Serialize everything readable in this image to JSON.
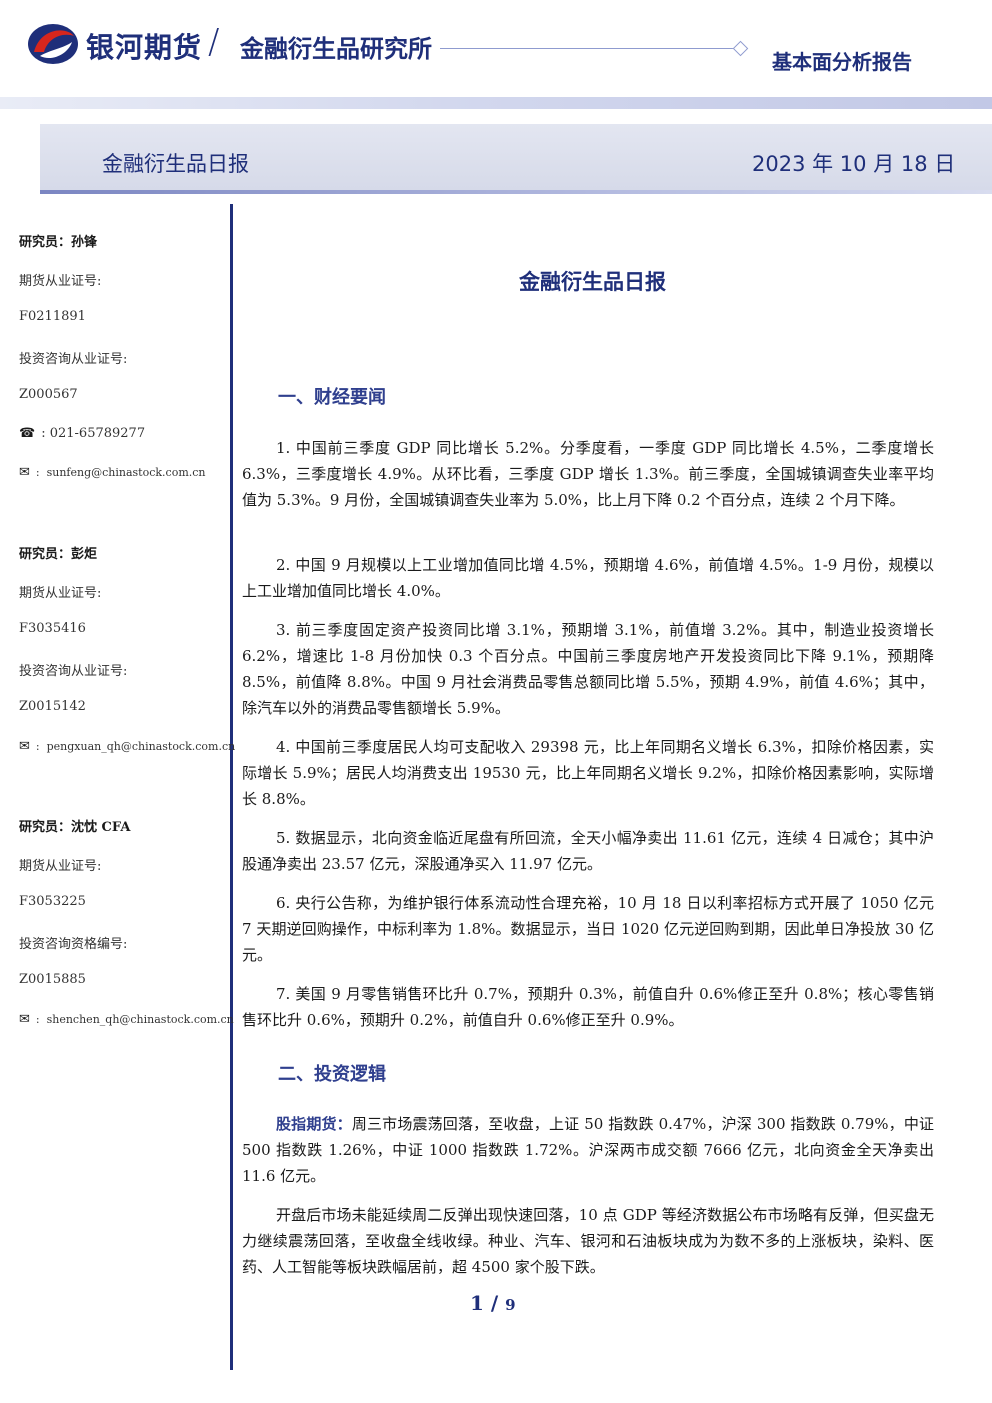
{
  "header": {
    "company_name": "银河期货",
    "slash": "/",
    "institute_name": "金融衍生品研究所",
    "report_type": "基本面分析报告"
  },
  "title_bar": {
    "label": "金融衍生品日报",
    "date": "2023 年 10 月 18 日"
  },
  "colors": {
    "brand_blue": "#1f2f7a",
    "brand_red": "#d7261d",
    "heading_blue": "#2f3f8e"
  },
  "sidebar": {
    "researchers": [
      {
        "name": "研究员：孙锋",
        "futures_label": "期货从业证号:",
        "futures_id": "F0211891",
        "consult_label": "投资咨询从业证号:",
        "consult_id": "Z000567",
        "phone": "021-65789277",
        "email": "sunfeng@chinastock.com.cn"
      },
      {
        "name": "研究员：彭炬",
        "futures_label": "期货从业证号:",
        "futures_id": "F3035416",
        "consult_label": "投资咨询从业证号:",
        "consult_id": "Z0015142",
        "email": "pengxuan_qh@chinastock.com.cn"
      },
      {
        "name": "研究员：沈忱  CFA",
        "futures_label": "期货从业证号:",
        "futures_id": "F3053225",
        "consult_label": "投资咨询资格编号:",
        "consult_id": "Z0015885",
        "email": "shenchen_qh@chinastock.com.cn"
      }
    ],
    "phone_icon": "phone-icon",
    "email_icon": "envelope-icon"
  },
  "main": {
    "title": "金融衍生品日报",
    "section1": {
      "heading": "一、财经要闻",
      "items": [
        "1. 中国前三季度 GDP 同比增长 5.2%。分季度看，一季度 GDP 同比增长 4.5%，二季度增长 6.3%，三季度增长 4.9%。从环比看，三季度 GDP 增长 1.3%。前三季度，全国城镇调查失业率平均值为 5.3%。9 月份，全国城镇调查失业率为 5.0%，比上月下降 0.2 个百分点，连续 2 个月下降。",
        "2. 中国 9 月规模以上工业增加值同比增 4.5%，预期增 4.6%，前值增 4.5%。1-9 月份，规模以上工业增加值同比增长 4.0%。",
        "3. 前三季度固定资产投资同比增 3.1%，预期增 3.1%，前值增 3.2%。其中，制造业投资增长 6.2%，增速比 1-8 月份加快 0.3 个百分点。中国前三季度房地产开发投资同比下降 9.1%，预期降 8.5%，前值降 8.8%。中国 9 月社会消费品零售总额同比增 5.5%，预期 4.9%，前值 4.6%；其中，除汽车以外的消费品零售额增长 5.9%。",
        "4. 中国前三季度居民人均可支配收入 29398 元，比上年同期名义增长 6.3%，扣除价格因素，实际增长 5.9%；居民人均消费支出 19530 元，比上年同期名义增长 9.2%，扣除价格因素影响，实际增长 8.8%。",
        "5. 数据显示，北向资金临近尾盘有所回流，全天小幅净卖出 11.61 亿元，连续 4 日减仓；其中沪股通净卖出 23.57 亿元，深股通净买入 11.97 亿元。",
        "6. 央行公告称，为维护银行体系流动性合理充裕，10 月 18 日以利率招标方式开展了 1050 亿元 7 天期逆回购操作，中标利率为 1.8%。数据显示，当日 1020 亿元逆回购到期，因此单日净投放 30 亿元。",
        "7. 美国 9 月零售销售环比升 0.7%，预期升 0.3%，前值自升 0.6%修正至升 0.8%；核心零售销售环比升 0.6%，预期升 0.2%，前值自升 0.6%修正至升 0.9%。"
      ]
    },
    "section2": {
      "heading": "二、投资逻辑",
      "lead": "股指期货：",
      "para1": "周三市场震荡回落，至收盘，上证 50 指数跌 0.47%，沪深 300 指数跌 0.79%，中证 500 指数跌 1.26%，中证 1000 指数跌 1.72%。沪深两市成交额 7666 亿元，北向资金全天净卖出 11.6 亿元。",
      "para2": "开盘后市场未能延续周二反弹出现快速回落，10 点 GDP 等经济数据公布市场略有反弹，但买盘无力继续震荡回落，至收盘全线收绿。种业、汽车、银河和石油板块成为为数不多的上涨板块，染料、医药、人工智能等板块跌幅居前，超 4500 家个股下跌。"
    }
  },
  "footer": {
    "page": "1",
    "separator": " / ",
    "total": "9"
  }
}
